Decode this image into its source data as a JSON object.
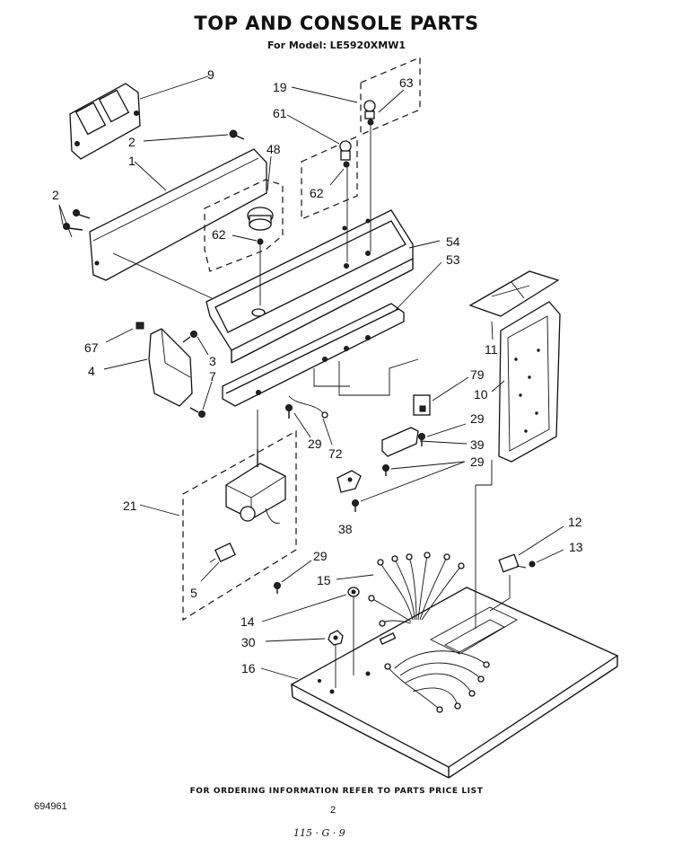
{
  "header": {
    "title": "TOP AND CONSOLE PARTS",
    "subtitle": "For Model: LE5920XMW1"
  },
  "footer": {
    "ordering_note": "FOR ORDERING INFORMATION REFER TO PARTS PRICE LIST",
    "document_number": "694961",
    "page_number": "2",
    "handwritten_date": "115 · G · 9"
  },
  "callouts": {
    "c9": "9",
    "c2a": "2",
    "c1": "1",
    "c2b": "2",
    "c48": "48",
    "c62a": "62",
    "c19": "19",
    "c63": "63",
    "c61": "61",
    "c62b": "62",
    "c54": "54",
    "c53": "53",
    "c67": "67",
    "c4": "4",
    "c3": "3",
    "c7": "7",
    "c11": "11",
    "c79": "79",
    "c10": "10",
    "c29a": "29",
    "c29b": "29",
    "c72": "72",
    "c39": "39",
    "c29c": "29",
    "c21": "21",
    "c38": "38",
    "c29d": "29",
    "c5": "5",
    "c12": "12",
    "c13": "13",
    "c15": "15",
    "c14": "14",
    "c30": "30",
    "c16": "16"
  }
}
